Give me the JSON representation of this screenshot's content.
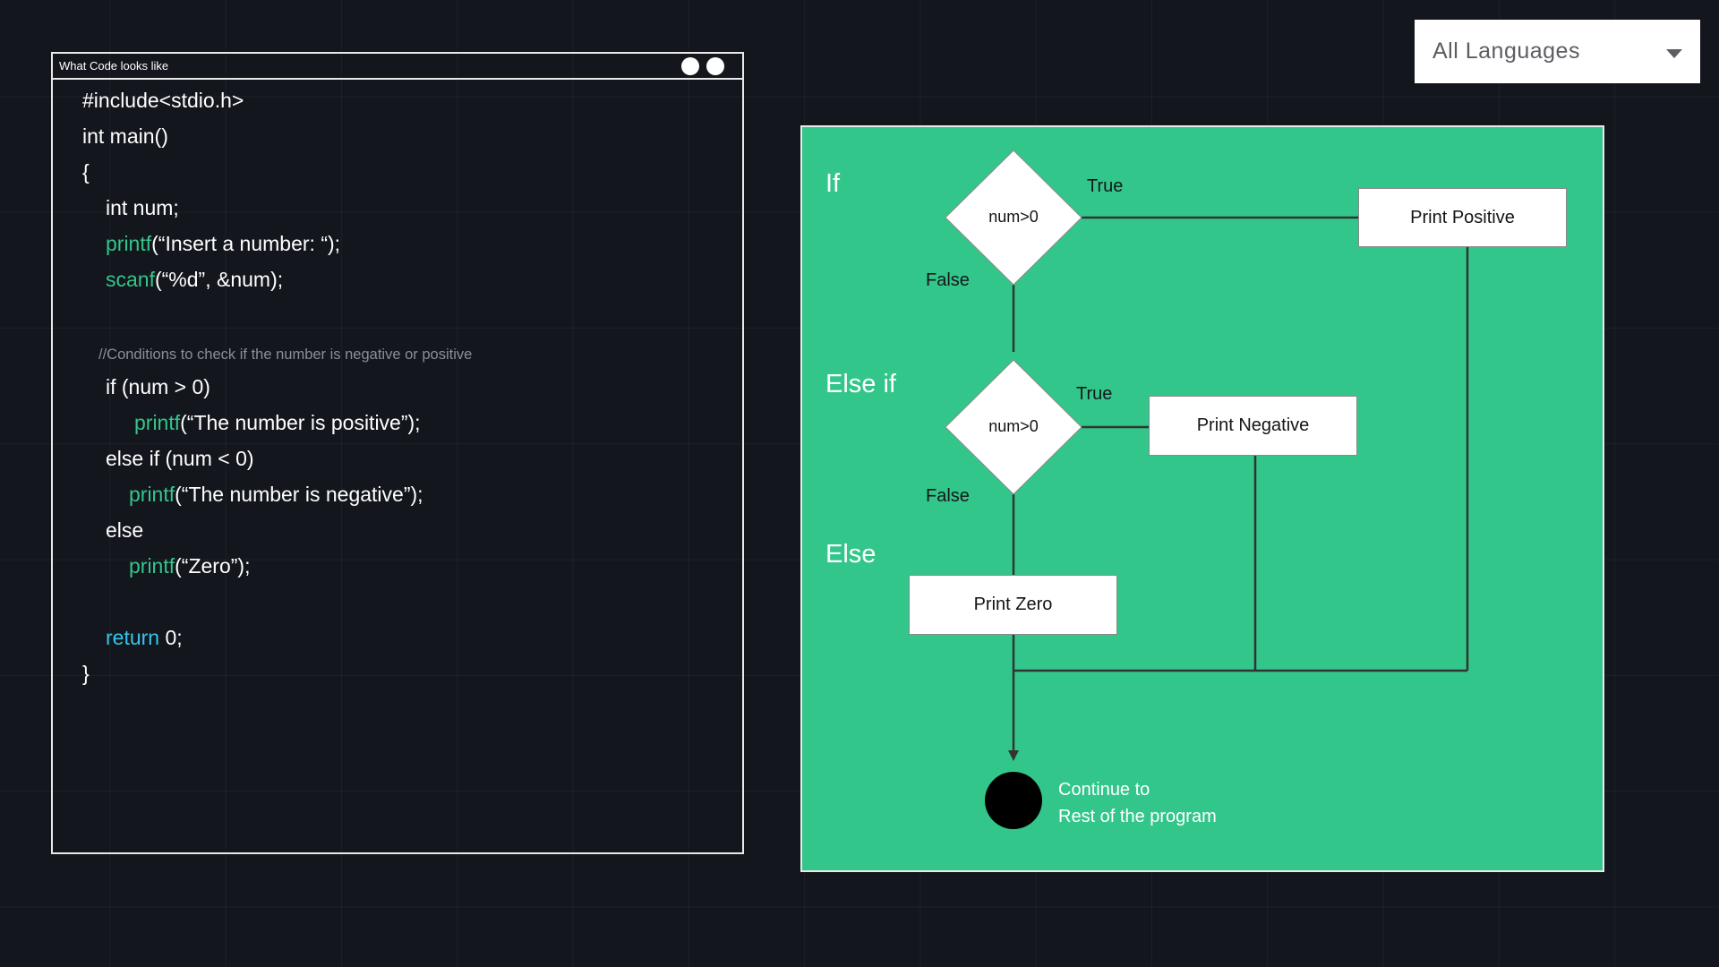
{
  "code_window": {
    "title": "What Code looks like",
    "lines": {
      "include": "#include<stdio.h>",
      "main": "int main()",
      "open_brace": "{",
      "decl": "int num;",
      "printf1_fn": "printf",
      "printf1_args": "(“Insert a number: “);",
      "scanf_fn": "scanf",
      "scanf_args": "(“%d”, &num);",
      "comment": "//Conditions to check if the number is negative or positive",
      "if_line": "if (num > 0)",
      "printf2_fn": "printf",
      "printf2_args": "(“The number is positive”);",
      "elseif_line": "else if (num < 0)",
      "printf3_fn": "printf",
      "printf3_args": "(“The number is negative”);",
      "else_line": "else",
      "printf4_fn": "printf",
      "printf4_args": "(“Zero”);",
      "return_kw": "return",
      "return_val": " 0;",
      "close_brace": "}"
    }
  },
  "language_select": {
    "selected": "All Languages"
  },
  "flowchart": {
    "sections": {
      "if": "If",
      "else_if": "Else if",
      "else": "Else"
    },
    "conditions": {
      "first": "num>0",
      "second": "num>0"
    },
    "branches": {
      "true_1": "True",
      "false_1": "False",
      "true_2": "True",
      "false_2": "False"
    },
    "actions": {
      "positive": "Print Positive",
      "negative": "Print Negative",
      "zero": "Print Zero"
    },
    "end": {
      "line1": "Continue to",
      "line2": "Rest of the program"
    }
  },
  "colors": {
    "background": "#13161d",
    "code_function": "#33c68a",
    "code_keyword": "#36c6ea",
    "flow_panel": "#33c68a"
  }
}
